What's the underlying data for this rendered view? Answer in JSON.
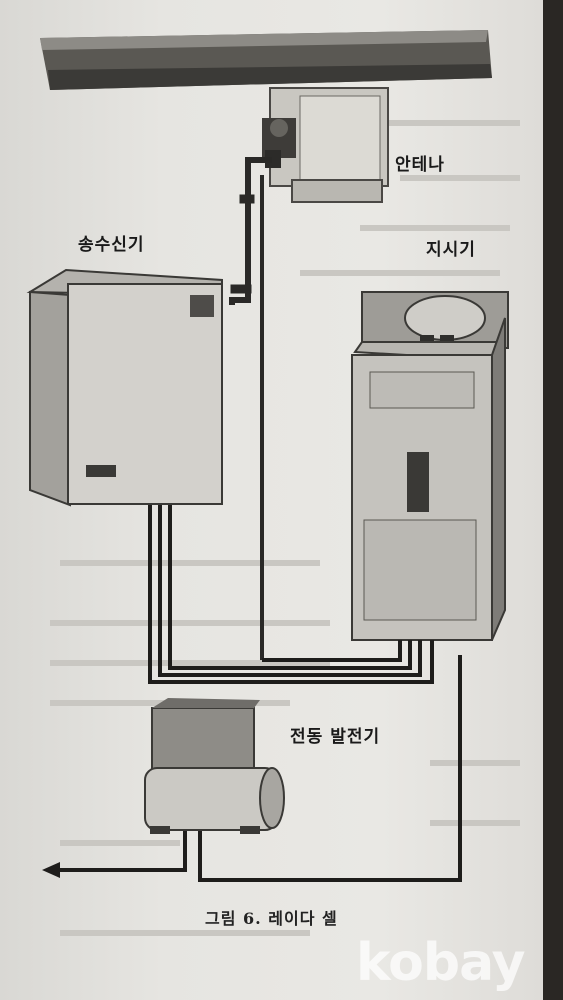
{
  "labels": {
    "antenna": "안테나",
    "transceiver": "송수신기",
    "indicator": "지시기",
    "motor_generator": "전동 발전기"
  },
  "caption": "그림 6. 레이다 셀",
  "watermark": "kobay"
}
